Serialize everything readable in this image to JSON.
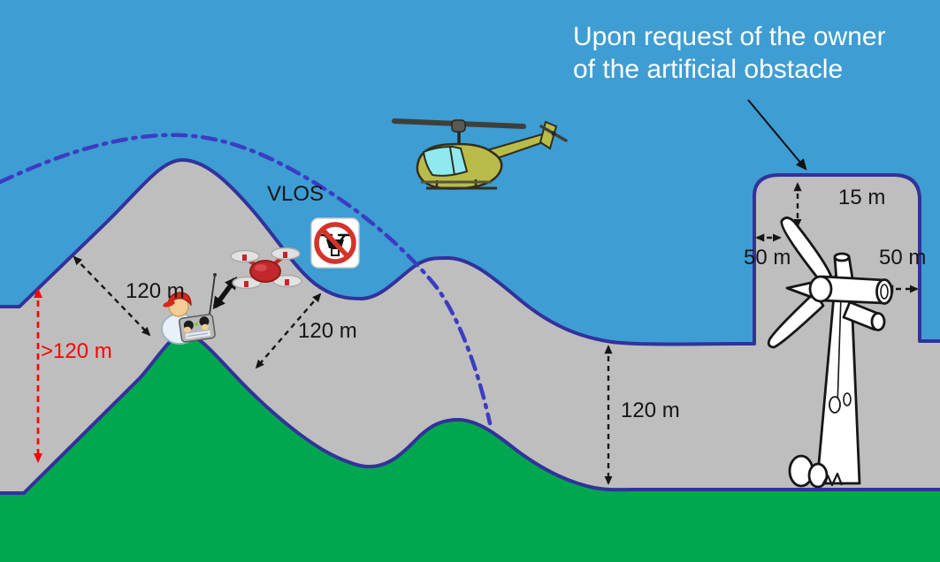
{
  "note": {
    "line1": "Upon request of the owner",
    "line2": "of the artificial obstacle"
  },
  "labels": {
    "vlos": "VLOS",
    "band_height_left": "120 m",
    "exceed_height_left": ">120 m",
    "band_height_mid": "120 m",
    "band_height_right": "120 m",
    "obstacle_clearance_top": "15 m",
    "obstacle_clearance_left": "50 m",
    "obstacle_clearance_right": "50 m"
  },
  "objects": {
    "helicopter": "manned helicopter flying above the 120 m band",
    "drone": "red quadcopter UAS",
    "remote_pilot": "drone pilot with remote controller",
    "no_drone_sign": "no-drone prohibition sign",
    "wind_turbine": "wind turbine (artificial obstacle)",
    "vlos_curve": "dash-dot visual-line-of-sight limit arc",
    "flight_band": "grey band: max UAS height following terrain",
    "terrain": "green ground profile"
  },
  "colors": {
    "sky": "#3E9DD3",
    "band_gray": "#BEBEBE",
    "grass_green": "#00A74F",
    "outline_navy": "#32329B",
    "vlos_curve_blue": "#3C3CC3",
    "alert_red": "#FF0000",
    "note_white": "#FFFFFF",
    "label_black": "#151515",
    "helicopter_olive": "#B9BC49",
    "drone_red": "#C1272D",
    "sign_red": "#D5332A"
  }
}
